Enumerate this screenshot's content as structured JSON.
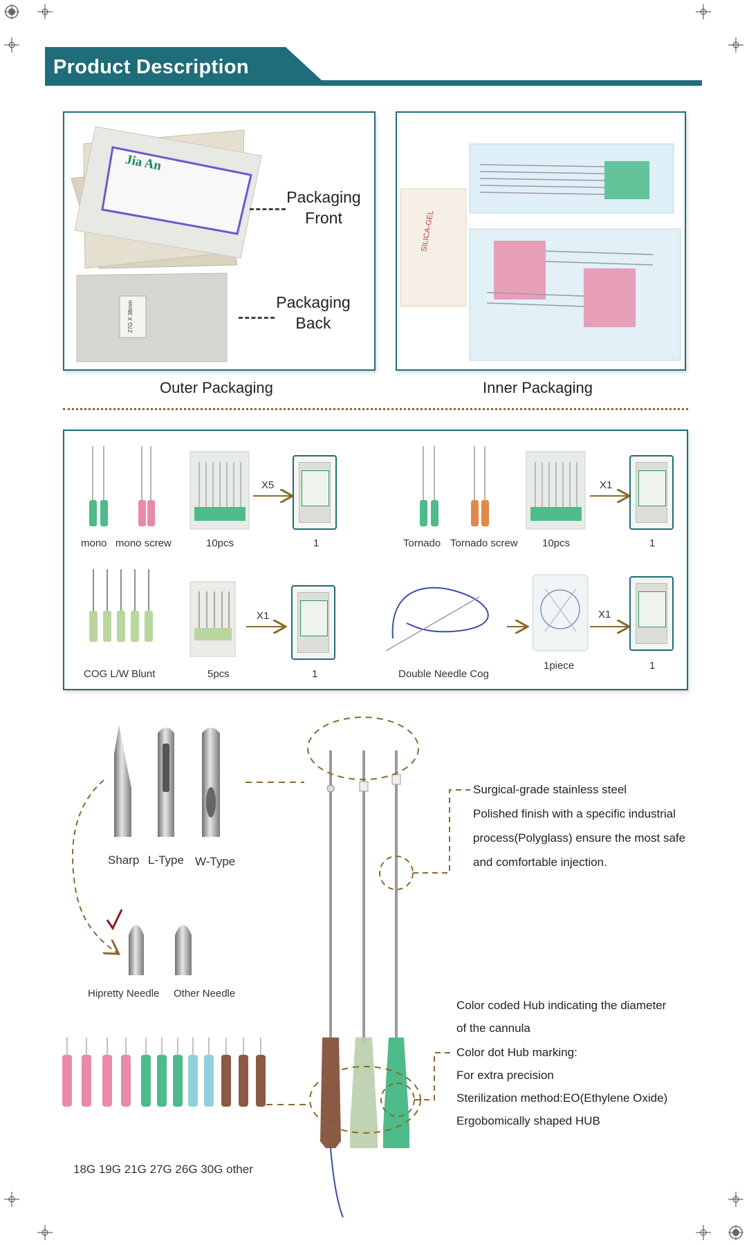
{
  "header": {
    "title": "Product Description"
  },
  "packaging": {
    "front_label": [
      "Packaging",
      "Front"
    ],
    "back_label": [
      "Packaging",
      "Back"
    ],
    "outer_caption": "Outer Packaging",
    "inner_caption": "Inner Packaging",
    "brand_logo": "Jia An",
    "back_pouch_text": "27G X 38mm",
    "silica_gel_text": "SILICA-GEL"
  },
  "kits": {
    "row1_left": {
      "item1": "mono",
      "item2": "mono screw",
      "pack": "10pcs",
      "multiplier": "X5",
      "count": "1"
    },
    "row1_right": {
      "item1": "Tornado",
      "item2": "Tornado screw",
      "pack": "10pcs",
      "multiplier": "X1",
      "count": "1"
    },
    "row2_left": {
      "item1": "COG L/W Blunt",
      "pack": "5pcs",
      "multiplier": "X1",
      "count": "1"
    },
    "row2_right": {
      "item1": "Double Needle Cog",
      "pack": "1piece",
      "multiplier": "X1",
      "count": "1"
    }
  },
  "tips": {
    "types": [
      "Sharp",
      "L-Type",
      "W-Type"
    ],
    "compare": [
      "Hipretty Needle",
      "Other Needle"
    ]
  },
  "steel_features": [
    "Surgical-grade stainless steel",
    "Polished finish with a specific industrial",
    "process(Polyglass) ensure the most safe",
    "and comfortable injection."
  ],
  "hub_features": [
    "Color coded Hub indicating the diameter",
    "of the cannula",
    "Color dot Hub marking:",
    "For extra precision",
    "Sterilization method:EO(Ethylene Oxide)",
    "Ergobomically shaped HUB"
  ],
  "gauges": "18G 19G 21G 27G 26G 30G other",
  "colors": {
    "brand_teal": "#1f6c7a",
    "dotted_line": "#8a6a2b",
    "hub_green": "#4dbb8a",
    "hub_pink": "#e88aa8",
    "hub_brown": "#8a5a44",
    "check_red": "#8b1a1a"
  }
}
